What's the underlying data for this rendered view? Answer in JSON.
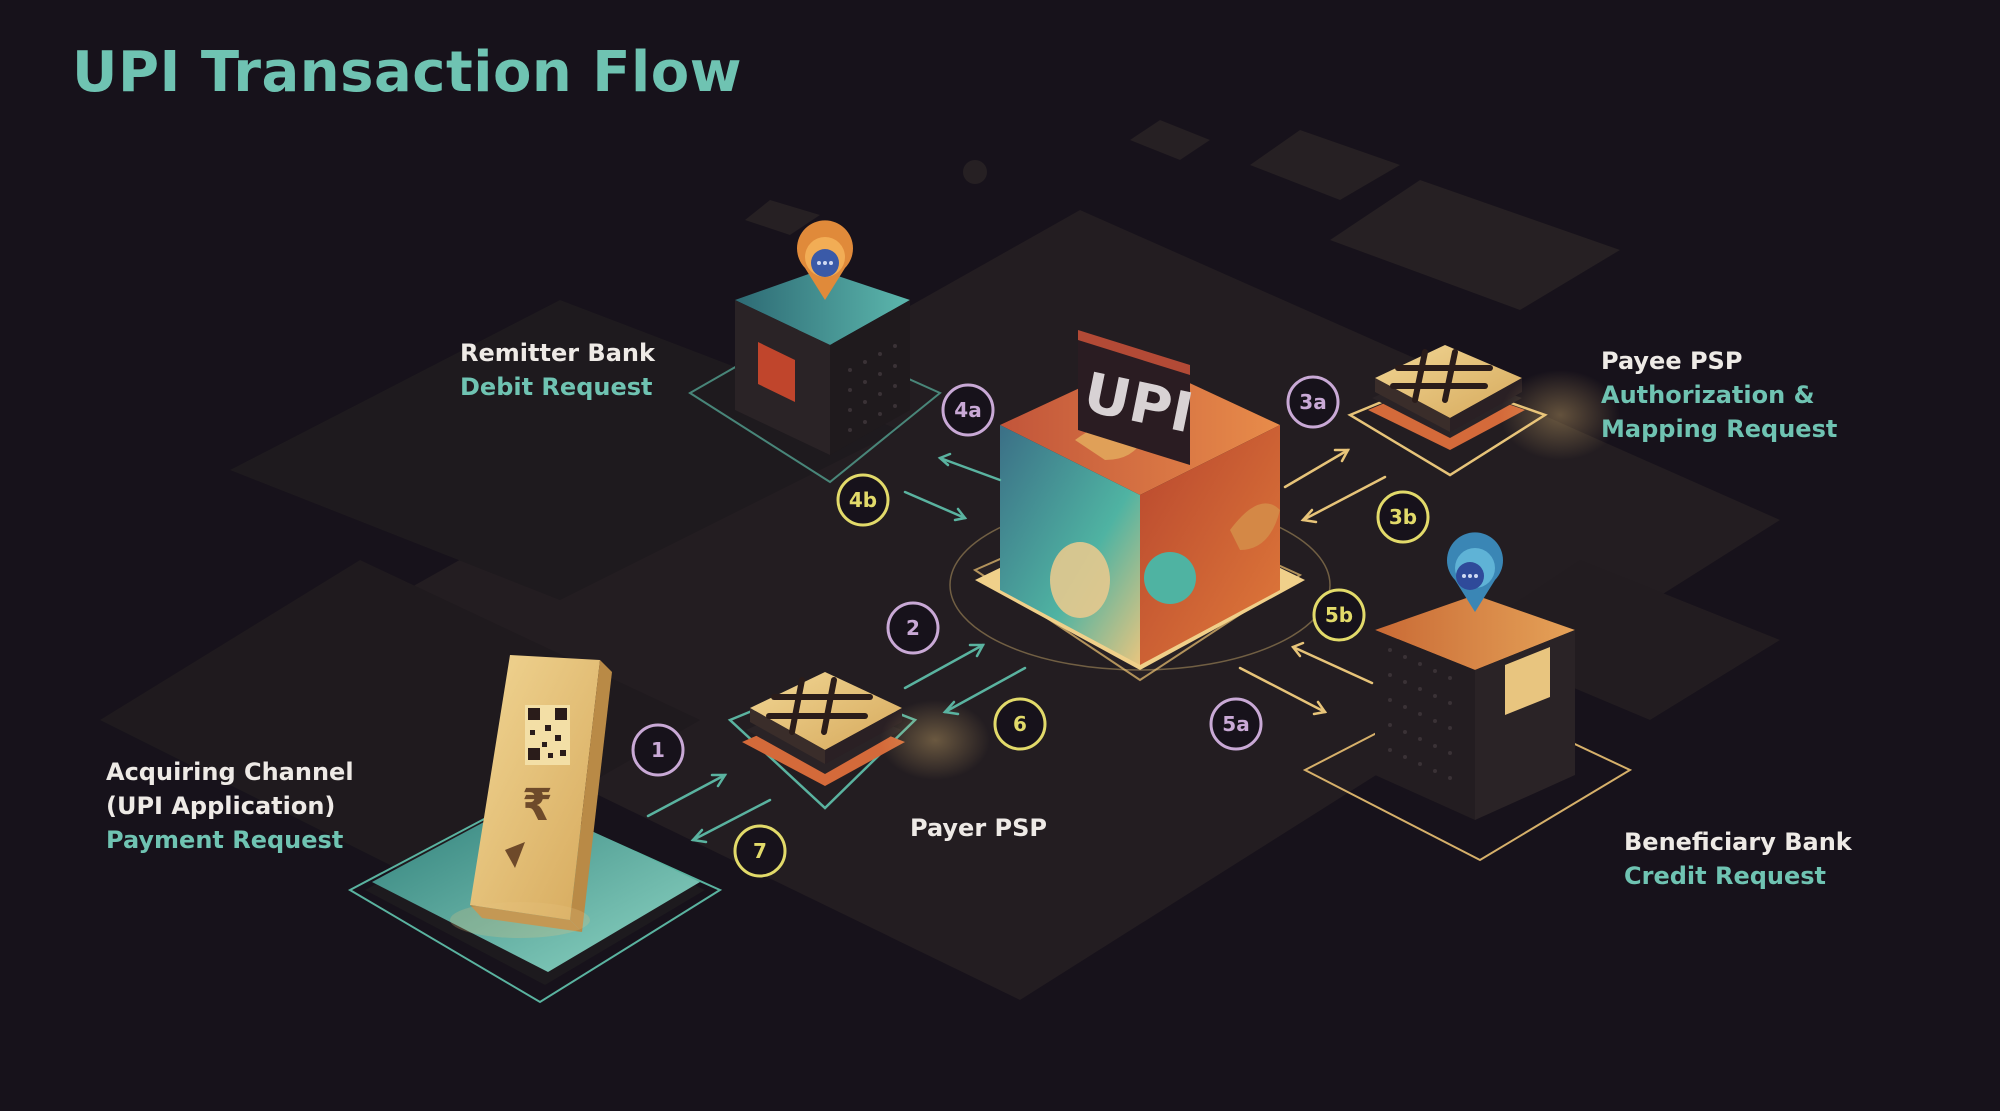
{
  "title": "UPI Transaction Flow",
  "upi_logo_text": "UPI",
  "nodes": {
    "remitter_bank": {
      "name": "Remitter Bank",
      "action": "Debit Request"
    },
    "payee_psp": {
      "name": "Payee PSP",
      "action_line1": "Authorization &",
      "action_line2": "Mapping Request"
    },
    "acquiring_channel": {
      "name_line1": "Acquiring Channel",
      "name_line2": "(UPI Application)",
      "action": "Payment Request"
    },
    "payer_psp": {
      "name": "Payer PSP"
    },
    "beneficiary_bank": {
      "name": "Beneficiary Bank",
      "action": "Credit Request"
    }
  },
  "steps": [
    "1",
    "2",
    "3a",
    "3b",
    "4a",
    "4b",
    "5a",
    "5b",
    "6",
    "7"
  ],
  "colors": {
    "background": "#17121b",
    "teal_accent": "#6fc3b2",
    "lilac_badge": "#c9a9d6",
    "yellow_badge": "#e2da6a",
    "gold": "#e8c57f",
    "orange": "#d46a3a"
  },
  "icons": [
    "map-pin-icon",
    "hash-icon",
    "qr-code-icon",
    "rupee-icon",
    "upi-logo"
  ]
}
